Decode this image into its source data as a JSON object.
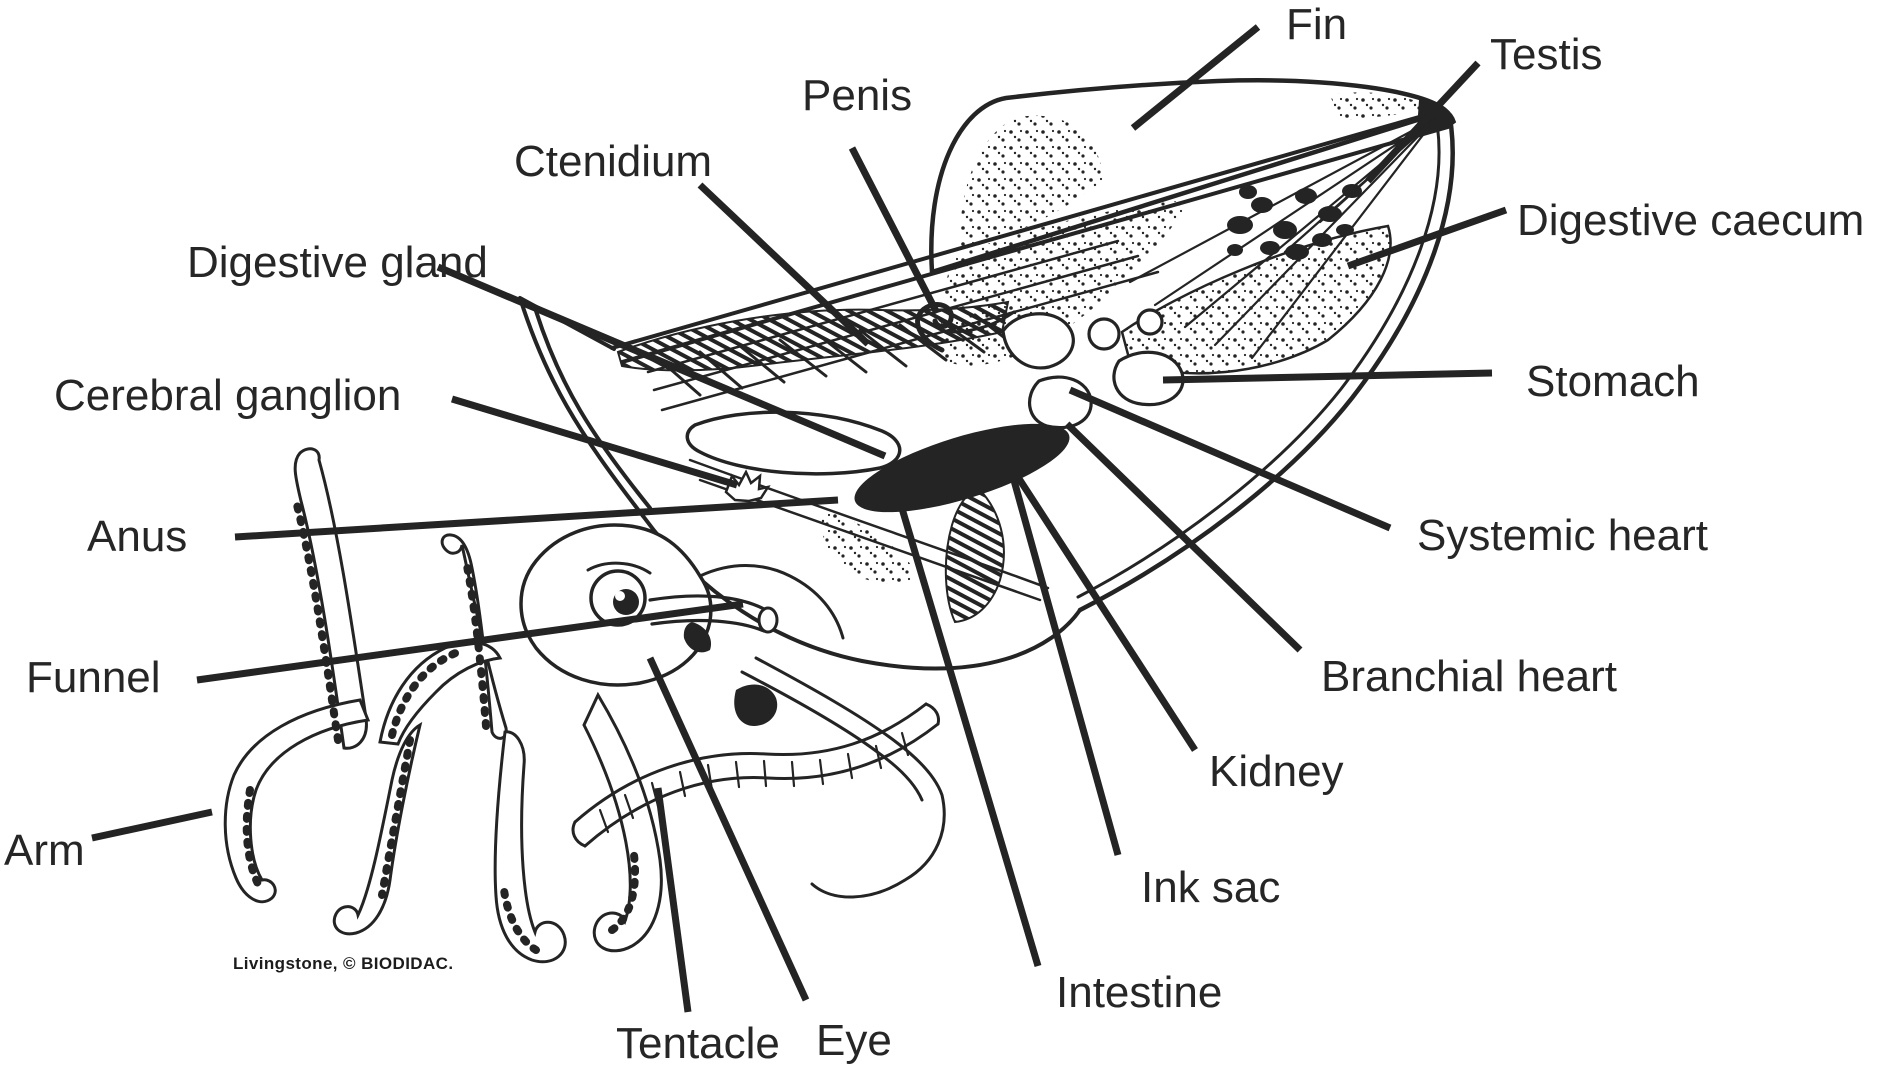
{
  "figure": {
    "type": "anatomical-diagram",
    "subject": "Squid internal anatomy (dissected lateral view)",
    "background_color": "#ffffff",
    "ink_color": "#242424",
    "credit": "Livingstone, © BIODIDAC."
  },
  "labels": [
    {
      "id": "fin",
      "text": "Fin"
    },
    {
      "id": "testis",
      "text": "Testis"
    },
    {
      "id": "digestive-caecum",
      "text": "Digestive caecum"
    },
    {
      "id": "stomach",
      "text": "Stomach"
    },
    {
      "id": "systemic-heart",
      "text": "Systemic heart"
    },
    {
      "id": "branchial-heart",
      "text": "Branchial heart"
    },
    {
      "id": "kidney",
      "text": "Kidney"
    },
    {
      "id": "ink-sac",
      "text": "Ink sac"
    },
    {
      "id": "intestine",
      "text": "Intestine"
    },
    {
      "id": "eye",
      "text": "Eye"
    },
    {
      "id": "tentacle",
      "text": "Tentacle"
    },
    {
      "id": "arm",
      "text": "Arm"
    },
    {
      "id": "funnel",
      "text": "Funnel"
    },
    {
      "id": "anus",
      "text": "Anus"
    },
    {
      "id": "cerebral-ganglion",
      "text": "Cerebral ganglion"
    },
    {
      "id": "digestive-gland",
      "text": "Digestive gland"
    },
    {
      "id": "ctenidium",
      "text": "Ctenidium"
    },
    {
      "id": "penis",
      "text": "Penis"
    }
  ]
}
